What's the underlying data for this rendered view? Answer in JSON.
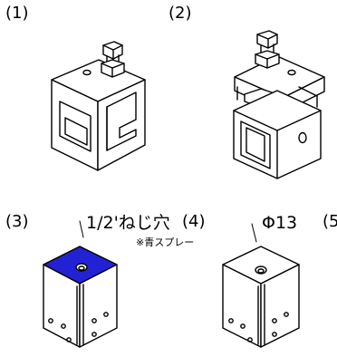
{
  "labels": {
    "item1": "(1)",
    "item2": "(2)",
    "item3": "(3)",
    "item4": "(4)",
    "item5_partial": "(5"
  },
  "annotations": {
    "thread_hole": "1/2'ねじ穴",
    "blue_spray": "※青スプレー",
    "diameter": "Φ13"
  },
  "colors": {
    "line": "#000000",
    "blue_top": "#2222d4",
    "white": "#ffffff"
  }
}
